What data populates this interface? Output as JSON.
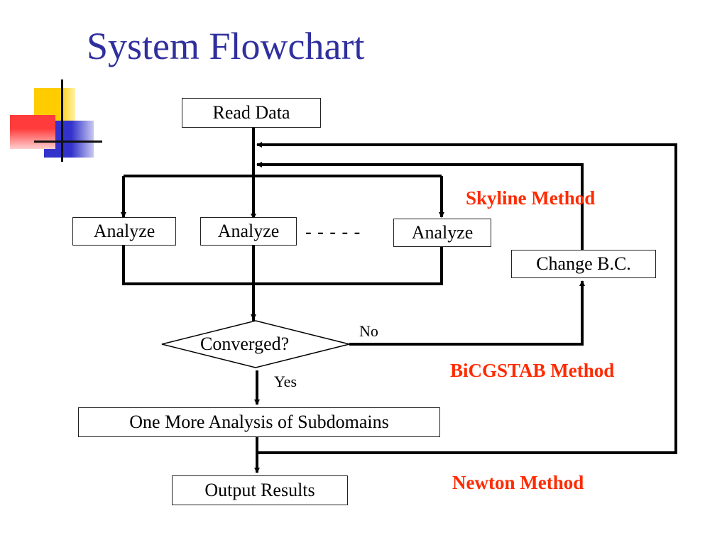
{
  "slide": {
    "title": "System Flowchart"
  },
  "flowchart": {
    "nodes": {
      "read_data": "Read Data",
      "analyze_1": "Analyze",
      "analyze_2": "Analyze",
      "ellipsis": "- - - - -",
      "analyze_3": "Analyze",
      "change_bc": "Change B.C.",
      "converged": "Converged?",
      "one_more": "One More Analysis of Subdomains",
      "output": "Output Results"
    },
    "edge_labels": {
      "no": "No",
      "yes": "Yes"
    },
    "methods": {
      "skyline": "Skyline Method",
      "bicgstab": "BiCGSTAB Method",
      "newton": "Newton Method"
    }
  },
  "colors": {
    "title": "#2f2f9e",
    "method": "#ff2a00",
    "deco_yellow": "#ffcc00",
    "deco_red": "#ff3b3b",
    "deco_blue": "#3333cc"
  }
}
